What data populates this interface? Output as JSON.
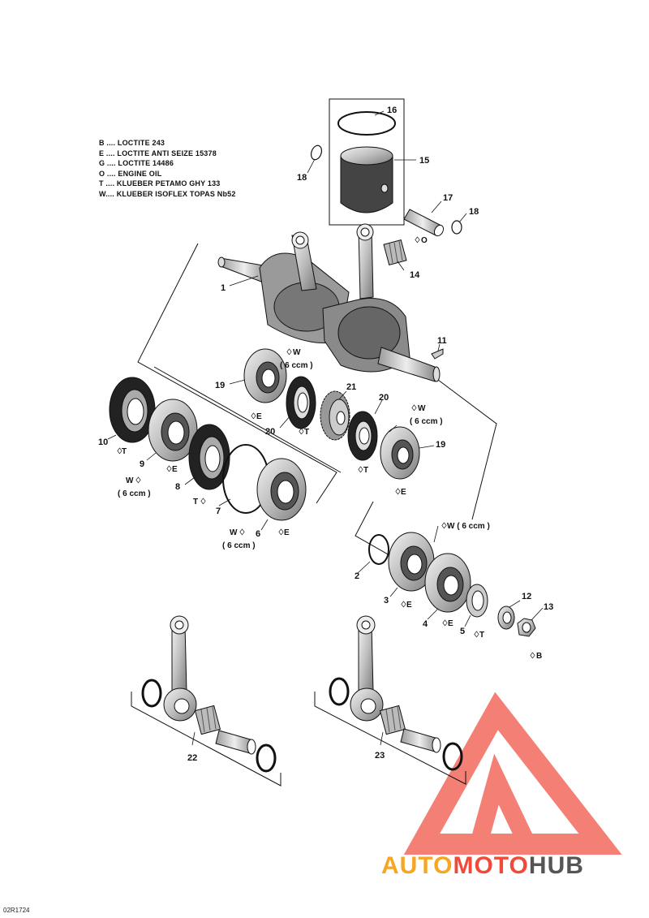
{
  "legend": [
    {
      "code": "B",
      "text": "B .... LOCTITE 243"
    },
    {
      "code": "E",
      "text": "E .... LOCTITE ANTI SEIZE 15378"
    },
    {
      "code": "G",
      "text": "G .... LOCTITE 14486"
    },
    {
      "code": "O",
      "text": "O .... ENGINE OIL"
    },
    {
      "code": "T",
      "text": "T .... KLUEBER PETAMO GHY 133"
    },
    {
      "code": "W",
      "text": "W.... KLUEBER ISOFLEX TOPAS Nb52"
    }
  ],
  "parts": [
    "1",
    "2",
    "3",
    "4",
    "5",
    "6",
    "7",
    "8",
    "9",
    "10",
    "11",
    "12",
    "13",
    "14",
    "15",
    "16",
    "17",
    "18",
    "19",
    "20",
    "21",
    "22",
    "23"
  ],
  "notes": {
    "w": "W",
    "w_6ccm": "W ( 6 ccm )",
    "ccm": "( 6 ccm )",
    "e": "E",
    "t": "T",
    "o": "O",
    "b": "B"
  },
  "figure_code": "02R1724",
  "watermark": {
    "part1": "AUTO",
    "part2": "MOTO",
    "part3": "HUB"
  },
  "colors": {
    "line": "#111111",
    "part_fill": "#d9d9d9",
    "dark": "#222222",
    "watermark_red": "#f04a3a",
    "watermark_orange": "#f6a623",
    "watermark_gray": "#555555"
  }
}
